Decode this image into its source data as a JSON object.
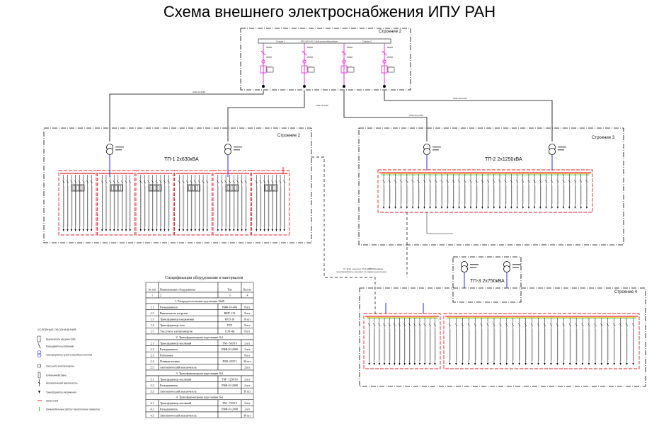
{
  "title": "Схема внешнего электроснабжения ИПУ РАН",
  "buildings": {
    "b2_top": "Строение 2",
    "b2_left": "Строение 2",
    "b3": "Строение 3",
    "b4": "Строение 4"
  },
  "substations": {
    "tp1": "ТП-1 2х630кВА",
    "tp2": "ТП-2 2х1250кВА",
    "tp3": "ТП-3 2х750кВА"
  },
  "rp": {
    "header_left": "Секция 1",
    "header_mid": "РП-10/0,4 РУ-10кВ щиток яйцеобразн",
    "header_right": "Секция 2"
  },
  "cables": {
    "c1": "АСБ-10-3х95",
    "c2": "АСБ-10-3х95",
    "c3": "АСБ-10-3х150",
    "c4": "АСБ-10-3х150",
    "note1": "От ТП-2 к корпусу ТП-3 АВВБбШ кабель",
    "note2": "трансформатора, проходит по подвальным помещ"
  },
  "spec": {
    "title": "Спецификация оборудования и материалов",
    "headers": [
      "№ п/п",
      "Наименование оборудования",
      "Тип",
      "Кол-во"
    ],
    "numbers": [
      "1",
      "2",
      "3",
      "4"
    ],
    "sections": [
      {
        "heading": "1. Распределительная подстанция 10кВ",
        "rows": [
          [
            "1.1",
            "Разъединитель",
            "РВФ-10-400",
            "8 шт."
          ],
          [
            "1.2",
            "Выключатель нагрузки",
            "ВМГ-133",
            "8 шт."
          ],
          [
            "1.3",
            "Трансформатор напряжения",
            "НТЛ-10",
            "16 шт."
          ],
          [
            "1.4",
            "Трансформатор тока",
            "ТЛУ",
            "8 шт."
          ],
          [
            "1.5",
            "Узел учета электроэнергии",
            "СЭТ-4м",
            "8 шт."
          ]
        ]
      },
      {
        "heading": "2. Трансформаторная подстанция №1",
        "rows": [
          [
            "2.1",
            "Трансформатор масляный",
            "ТМ - 630/10",
            "2 шт."
          ],
          [
            "2.2",
            "Разъединитель",
            "РВФ-10-2000",
            "2 шт."
          ],
          [
            "2.3",
            "Рубильник",
            "",
            "8 шт."
          ],
          [
            "2.4",
            "Плавкая вставка",
            "ПН2-250У3",
            "38 шт."
          ],
          [
            "2.5",
            "Автоматический выключатель",
            "",
            "2 шт."
          ]
        ]
      },
      {
        "heading": "3. Трансформаторная подстанция №2",
        "rows": [
          [
            "3.1",
            "Трансформатор масляный",
            "ТМ - 1250/10",
            "2 шт."
          ],
          [
            "3.2",
            "Разъединитель",
            "РВФ-10-2000",
            "2 шт."
          ],
          [
            "3.3",
            "Автоматический выключатель",
            "",
            "36 шт."
          ]
        ]
      },
      {
        "heading": "4. Трансформаторная подстанция №3",
        "rows": [
          [
            "4.1",
            "Трансформатор масляный",
            "ТМ - 750/10",
            "2 шт."
          ],
          [
            "4.2",
            "Разъединитель",
            "РВФ-10-2000",
            "2 шт."
          ],
          [
            "4.3",
            "Автоматический выключатель",
            "",
            "30 шт."
          ]
        ]
      }
    ]
  },
  "legend": {
    "title": "УСЛОВНЫЕ ОБОЗНАЧЕНИЯ",
    "items": [
      "Выключатель нагрузки 10кВ",
      "Разъединитель рубильник",
      "Трансформатор сухой с масляным 10/0,4кВ",
      "Узел учета электроэнергии",
      "Рубильник/Вставка",
      "Автоматический выключатель",
      "Трансформатор напряжения",
      "Шина 0,4кВ",
      "Шины/кабельные работы трехполосных элементов"
    ]
  },
  "colors": {
    "frame": "#000000",
    "bus": "#e8202a",
    "feed_blue": "#2a2aee",
    "rp_pink": "#e81fd4",
    "tp_bus_hi": "#f0d040",
    "green": "#3fc03f"
  }
}
